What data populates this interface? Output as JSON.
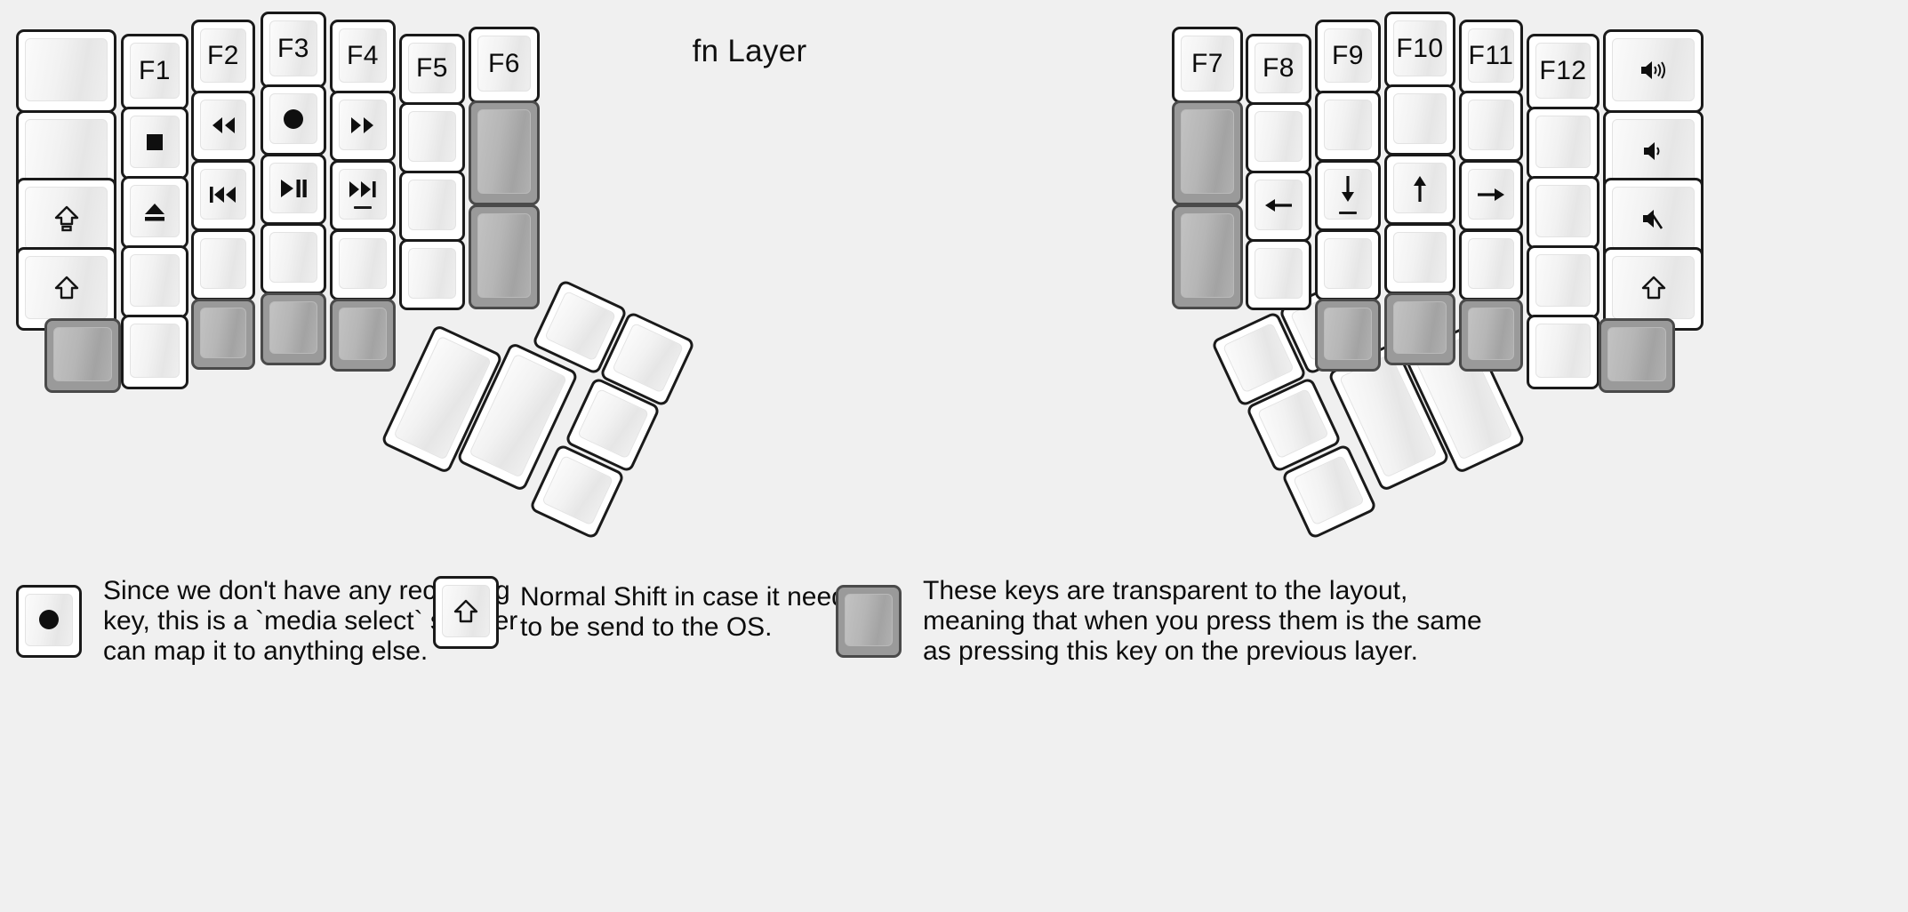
{
  "title": "fn Layer",
  "colors": {
    "background": "#f0f0f0",
    "key_fill": "#ffffff",
    "key_border": "#1a1a1a",
    "transparent_fill": "#9a9a9a",
    "transparent_border": "#4a4a4a",
    "glyph": "#0b0b0b"
  },
  "left_half": {
    "columns": [
      {
        "name": "col-outer-left",
        "keys": [
          {
            "label": "",
            "icon": "",
            "type": "normal"
          },
          {
            "label": "",
            "icon": "",
            "type": "normal"
          },
          {
            "label": "",
            "icon": "caps-lock-icon",
            "type": "normal"
          },
          {
            "label": "",
            "icon": "shift-icon",
            "type": "normal"
          }
        ]
      },
      {
        "name": "col-pinky",
        "keys": [
          {
            "label": "F1",
            "icon": "",
            "type": "normal"
          },
          {
            "label": "",
            "icon": "media-stop-icon",
            "type": "normal"
          },
          {
            "label": "",
            "icon": "media-eject-icon",
            "type": "normal"
          },
          {
            "label": "",
            "icon": "",
            "type": "normal"
          },
          {
            "label": "",
            "icon": "",
            "type": "normal"
          }
        ]
      },
      {
        "name": "col-ring",
        "keys": [
          {
            "label": "F2",
            "icon": "",
            "type": "normal"
          },
          {
            "label": "",
            "icon": "media-rewind-icon",
            "type": "normal"
          },
          {
            "label": "",
            "icon": "media-prev-track-icon",
            "type": "normal"
          },
          {
            "label": "",
            "icon": "",
            "type": "normal"
          },
          {
            "label": "",
            "icon": "",
            "type": "transparent"
          }
        ]
      },
      {
        "name": "col-middle",
        "keys": [
          {
            "label": "F3",
            "icon": "",
            "type": "normal"
          },
          {
            "label": "",
            "icon": "media-record-icon",
            "type": "normal"
          },
          {
            "label": "",
            "icon": "media-play-pause-icon",
            "type": "normal"
          },
          {
            "label": "",
            "icon": "",
            "type": "normal"
          },
          {
            "label": "",
            "icon": "",
            "type": "transparent"
          }
        ]
      },
      {
        "name": "col-index",
        "keys": [
          {
            "label": "F4",
            "icon": "",
            "type": "normal"
          },
          {
            "label": "",
            "icon": "media-fast-forward-icon",
            "type": "normal"
          },
          {
            "label": "",
            "icon": "media-next-track-icon",
            "type": "normal",
            "underbar": true
          },
          {
            "label": "",
            "icon": "",
            "type": "normal"
          },
          {
            "label": "",
            "icon": "",
            "type": "transparent"
          }
        ]
      },
      {
        "name": "col-inner-1",
        "keys": [
          {
            "label": "F5",
            "icon": "",
            "type": "normal"
          },
          {
            "label": "",
            "icon": "",
            "type": "normal"
          },
          {
            "label": "",
            "icon": "",
            "type": "normal"
          },
          {
            "label": "",
            "icon": "",
            "type": "normal"
          }
        ]
      },
      {
        "name": "col-inner-2",
        "keys": [
          {
            "label": "F6",
            "icon": "",
            "type": "normal"
          },
          {
            "label": "",
            "icon": "",
            "type": "transparent",
            "tall": true
          },
          {
            "label": "",
            "icon": "",
            "type": "transparent",
            "tall": true
          }
        ]
      }
    ]
  },
  "right_half": {
    "columns": [
      {
        "name": "col-inner-2",
        "keys": [
          {
            "label": "F7",
            "icon": "",
            "type": "normal"
          },
          {
            "label": "",
            "icon": "",
            "type": "transparent",
            "tall": true
          },
          {
            "label": "",
            "icon": "",
            "type": "transparent",
            "tall": true
          }
        ]
      },
      {
        "name": "col-inner-1",
        "keys": [
          {
            "label": "F8",
            "icon": "",
            "type": "normal"
          },
          {
            "label": "",
            "icon": "",
            "type": "normal"
          },
          {
            "label": "",
            "icon": "arrow-left-icon",
            "type": "normal"
          },
          {
            "label": "",
            "icon": "",
            "type": "normal"
          }
        ]
      },
      {
        "name": "col-index",
        "keys": [
          {
            "label": "F9",
            "icon": "",
            "type": "normal"
          },
          {
            "label": "",
            "icon": "",
            "type": "normal"
          },
          {
            "label": "",
            "icon": "arrow-down-icon",
            "type": "normal",
            "underbar": true
          },
          {
            "label": "",
            "icon": "",
            "type": "normal"
          },
          {
            "label": "",
            "icon": "",
            "type": "transparent"
          }
        ]
      },
      {
        "name": "col-middle",
        "keys": [
          {
            "label": "F10",
            "icon": "",
            "type": "normal"
          },
          {
            "label": "",
            "icon": "",
            "type": "normal"
          },
          {
            "label": "",
            "icon": "arrow-up-icon",
            "type": "normal"
          },
          {
            "label": "",
            "icon": "",
            "type": "normal"
          },
          {
            "label": "",
            "icon": "",
            "type": "transparent"
          }
        ]
      },
      {
        "name": "col-ring",
        "keys": [
          {
            "label": "F11",
            "icon": "",
            "type": "normal"
          },
          {
            "label": "",
            "icon": "",
            "type": "normal"
          },
          {
            "label": "",
            "icon": "arrow-right-icon",
            "type": "normal"
          },
          {
            "label": "",
            "icon": "",
            "type": "normal"
          },
          {
            "label": "",
            "icon": "",
            "type": "transparent"
          }
        ]
      },
      {
        "name": "col-pinky",
        "keys": [
          {
            "label": "F12",
            "icon": "",
            "type": "normal"
          },
          {
            "label": "",
            "icon": "",
            "type": "normal"
          },
          {
            "label": "",
            "icon": "",
            "type": "normal"
          },
          {
            "label": "",
            "icon": "",
            "type": "normal"
          },
          {
            "label": "",
            "icon": "",
            "type": "normal"
          }
        ]
      },
      {
        "name": "col-outer-right",
        "keys": [
          {
            "label": "",
            "icon": "volume-up-icon",
            "type": "normal"
          },
          {
            "label": "",
            "icon": "volume-down-icon",
            "type": "normal"
          },
          {
            "label": "",
            "icon": "volume-mute-icon",
            "type": "normal"
          },
          {
            "label": "",
            "icon": "shift-icon",
            "type": "normal"
          },
          {
            "label": "",
            "icon": "",
            "type": "transparent"
          }
        ]
      }
    ]
  },
  "thumb_clusters": {
    "left": {
      "name": "left-thumb-cluster",
      "key_count": 6,
      "all_blank": true
    },
    "right": {
      "name": "right-thumb-cluster",
      "key_count": 6,
      "all_blank": true
    }
  },
  "legend": [
    {
      "icon": "media-record-icon",
      "key_type": "normal",
      "text": "Since we don't have any recording\nkey, this is a `media select` so user\ncan map it to anything else."
    },
    {
      "icon": "shift-icon",
      "key_type": "normal",
      "text": "Normal Shift in case it needs\nto be send to the OS."
    },
    {
      "icon": "",
      "key_type": "transparent",
      "text": "These keys are transparent to the layout,\nmeaning that when you press them is the same\nas pressing this key on the previous layer."
    }
  ]
}
